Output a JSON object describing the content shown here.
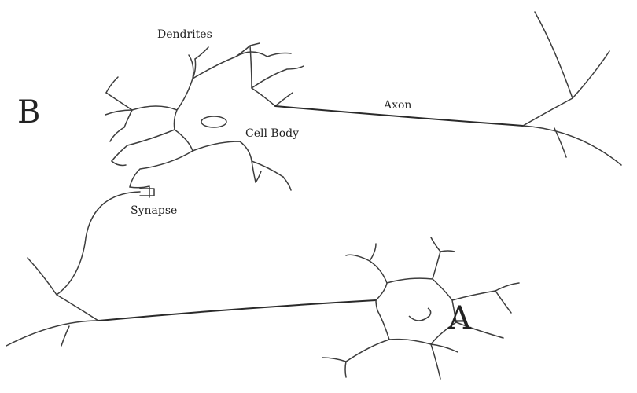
{
  "labels": {
    "dendrites": "Dendrites",
    "axon": "Axon",
    "cell_body": "Cell Body",
    "synapse": "Synapse",
    "neuron_b": "B",
    "neuron_a": "A"
  },
  "colors": {
    "background": "#ffffff",
    "line": "#3d3d3d",
    "text": "#222222"
  }
}
